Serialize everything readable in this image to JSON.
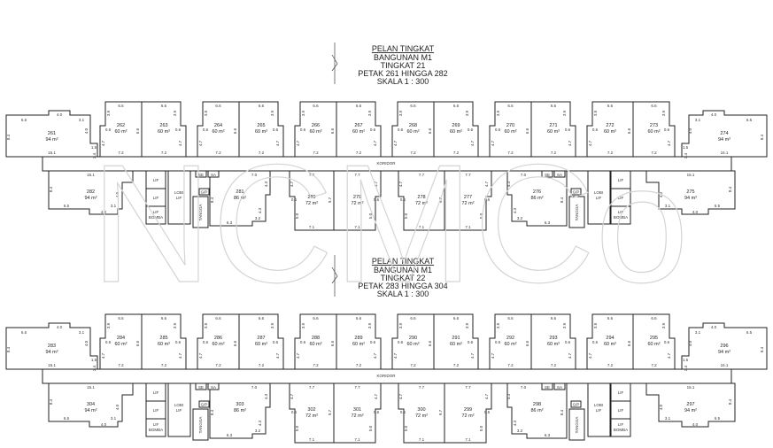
{
  "watermark": "NCMCo",
  "corridor_label": "KORIDOR",
  "area_unit": "m²",
  "services": {
    "lift": "LIF",
    "lobby": "LOBI LIF",
    "fire_lift": "LIF BOMBA",
    "stair": "TANGGA",
    "se": "SE",
    "sa": "SA",
    "gp": "G/P"
  },
  "dims": {
    "t60": {
      "top": "6.6",
      "bottom": "7.2",
      "upper_side": "3.9",
      "step": "0.6",
      "lower_side": "4.7",
      "party": "6.6"
    },
    "end94": {
      "left": "6.5",
      "bump": "4.0",
      "bump_side": "0.6",
      "right": "3.1",
      "bottom": "15.1",
      "side": "8.4",
      "inner": "4.0",
      "step": "1.5",
      "step_side": "2.4"
    },
    "b72": {
      "top": "7.7",
      "bottom": "7.1",
      "upper_side": "4.7",
      "step": "0.6",
      "lower_side": "5.0",
      "party": "9.7"
    },
    "b86": {
      "top": "7.0",
      "side": "8.4",
      "right_upper": "4.3",
      "step": "0.6",
      "right_lower": "4.3",
      "mid": "3.2",
      "bottom": "6.3",
      "notch": "1.5",
      "se_width": "3.1"
    }
  },
  "floors": [
    {
      "title": "PELAN TINGKAT",
      "building": "BANGUNAN M1",
      "level": "TINGKAT 21",
      "range": "PETAK 261 HINGGA 282",
      "scale": "SKALA 1 : 300",
      "top_units": [
        {
          "no": "261",
          "area": "94"
        },
        {
          "no": "262",
          "area": "60"
        },
        {
          "no": "263",
          "area": "60"
        },
        {
          "no": "264",
          "area": "60"
        },
        {
          "no": "265",
          "area": "60"
        },
        {
          "no": "266",
          "area": "60"
        },
        {
          "no": "267",
          "area": "60"
        },
        {
          "no": "268",
          "area": "60"
        },
        {
          "no": "269",
          "area": "60"
        },
        {
          "no": "270",
          "area": "60"
        },
        {
          "no": "271",
          "area": "60"
        },
        {
          "no": "272",
          "area": "60"
        },
        {
          "no": "273",
          "area": "60"
        },
        {
          "no": "274",
          "area": "94"
        }
      ],
      "bottom_units": [
        {
          "no": "282",
          "area": "94"
        },
        {
          "no": "281",
          "area": "86"
        },
        {
          "no": "280",
          "area": "72"
        },
        {
          "no": "279",
          "area": "72"
        },
        {
          "no": "278",
          "area": "72"
        },
        {
          "no": "277",
          "area": "72"
        },
        {
          "no": "276",
          "area": "86"
        },
        {
          "no": "275",
          "area": "94"
        }
      ]
    },
    {
      "title": "PELAN TINGKAT",
      "building": "BANGUNAN M1",
      "level": "TINGKAT 22",
      "range": "PETAK 283 HINGGA 304",
      "scale": "SKALA 1 : 300",
      "top_units": [
        {
          "no": "283",
          "area": "94"
        },
        {
          "no": "284",
          "area": "60"
        },
        {
          "no": "285",
          "area": "60"
        },
        {
          "no": "286",
          "area": "60"
        },
        {
          "no": "287",
          "area": "60"
        },
        {
          "no": "288",
          "area": "60"
        },
        {
          "no": "289",
          "area": "60"
        },
        {
          "no": "290",
          "area": "60"
        },
        {
          "no": "291",
          "area": "60"
        },
        {
          "no": "292",
          "area": "60"
        },
        {
          "no": "293",
          "area": "60"
        },
        {
          "no": "294",
          "area": "60"
        },
        {
          "no": "295",
          "area": "60"
        },
        {
          "no": "296",
          "area": "94"
        }
      ],
      "bottom_units": [
        {
          "no": "304",
          "area": "94"
        },
        {
          "no": "303",
          "area": "86"
        },
        {
          "no": "302",
          "area": "72"
        },
        {
          "no": "301",
          "area": "72"
        },
        {
          "no": "300",
          "area": "72"
        },
        {
          "no": "299",
          "area": "72"
        },
        {
          "no": "298",
          "area": "86"
        },
        {
          "no": "297",
          "area": "94"
        }
      ]
    }
  ]
}
